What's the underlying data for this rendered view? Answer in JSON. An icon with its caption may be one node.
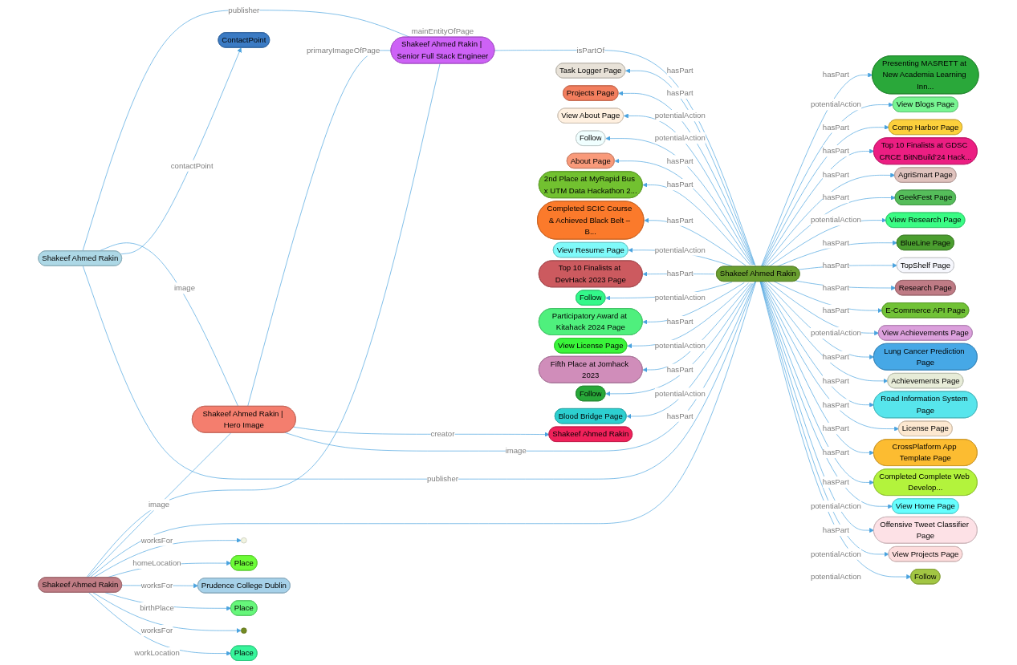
{
  "diagram": {
    "nodes": [
      {
        "text": [
          "Shakeef Ahmed Rakin | Senior Full Stack Engineer"
        ],
        "beside": [
          "mainEntityOfPage"
        ]
      },
      {
        "text": [
          "Shakeef Ahmed Rakin"
        ]
      },
      {
        "text": [
          "Shakeef Ahmed Rakin | Hero Image"
        ]
      },
      {
        "text": [
          "Shakeef Ahmed Rakin"
        ]
      },
      {
        "text": [
          "ContactPoint"
        ]
      },
      {
        "text": [
          "Shakeef Ahmed Rakin"
        ]
      },
      {
        "text": [
          "Shakeef Ahmed Rakin"
        ]
      },
      {
        "text": [
          "Task Logger Page"
        ]
      },
      {
        "text": [
          "Presenting MASRETT at New Academia Learning Inn..."
        ]
      },
      {
        "text": [
          "Projects Page"
        ]
      },
      {
        "text": [
          "View Blogs Page"
        ]
      },
      {
        "text": [
          "Comp Harbor Page"
        ]
      },
      {
        "text": [
          "View About Page"
        ]
      },
      {
        "text": [
          "Top 10 Finalists at GDSC CRCE BitNBuild’24 Hack..."
        ]
      },
      {
        "text": [
          "Follow"
        ]
      },
      {
        "text": [
          "AgriSmart Page"
        ]
      },
      {
        "text": [
          "GeekFest Page"
        ]
      },
      {
        "text": [
          "About Page"
        ]
      },
      {
        "text": [
          "View Research Page"
        ]
      },
      {
        "text": [
          "2nd Place at MyRapid Bus x UTM Data Hackathon 2..."
        ]
      },
      {
        "text": [
          "BlueLine Page"
        ]
      },
      {
        "text": [
          "TopShelf Page"
        ]
      },
      {
        "text": [
          "Completed SCIC Course & Achieved Black Belt – B..."
        ]
      },
      {
        "text": [
          "Research Page"
        ]
      },
      {
        "text": [
          "View Resume Page"
        ]
      },
      {
        "text": [
          "E-Commerce API Page"
        ]
      },
      {
        "text": [
          "View Achievements Page"
        ]
      },
      {
        "text": [
          "Top 10 Finalists at DevHack 2023 Page"
        ]
      },
      {
        "text": [
          "Lung Cancer Prediction Page"
        ]
      },
      {
        "text": [
          "Follow"
        ]
      },
      {
        "text": [
          "Achievements Page"
        ]
      },
      {
        "text": [
          "Road Information System Page"
        ]
      },
      {
        "text": [
          "Participatory Award at Kitahack 2024 Page"
        ]
      },
      {
        "text": [
          "License Page"
        ]
      },
      {
        "text": [
          "View License Page"
        ]
      },
      {
        "text": [
          "CrossPlatform App Template Page"
        ]
      },
      {
        "text": [
          "Completed Complete Web Develop..."
        ]
      },
      {
        "text": [
          "Fifth Place at Jomhack 2023"
        ]
      },
      {
        "text": [
          "View Home Page"
        ]
      },
      {
        "text": [
          "Follow"
        ]
      },
      {
        "text": [
          "Offensive Tweet Classifier Page"
        ]
      },
      {
        "text": [
          "View Projects Page"
        ]
      },
      {
        "text": [
          "Blood Bridge Page"
        ]
      },
      {
        "text": [
          "Follow"
        ]
      },
      {
        "text": [],
        "shape": "circle"
      },
      {
        "text": [
          "Place"
        ]
      },
      {
        "text": [
          "Prudence College Dublin"
        ]
      },
      {
        "text": [
          "Place"
        ]
      },
      {
        "text": [],
        "shape": "circle"
      },
      {
        "text": [
          "Place"
        ]
      }
    ],
    "edges": [
      {
        "from": 0,
        "to": 2,
        "arrow": "none",
        "label": "primaryImageOfPage"
      },
      {
        "from": 0,
        "to": 3,
        "arrow": "none",
        "label": "publisher"
      },
      {
        "from": 0,
        "to": 6,
        "arrow": "none"
      },
      {
        "from": 2,
        "to": 1,
        "arrow": "to",
        "label": "creator"
      },
      {
        "from": 3,
        "to": 2,
        "arrow": "none",
        "label": "image"
      },
      {
        "from": 3,
        "to": 4,
        "arrow": "to",
        "label": "contactPoint"
      },
      {
        "from": 6,
        "to": 2,
        "arrow": "none",
        "label": "image"
      },
      {
        "from": 2,
        "to": 5,
        "arrow": "none",
        "label": "image"
      },
      {
        "from": 3,
        "to": 5,
        "arrow": "none",
        "label": "publisher"
      },
      {
        "from": 0,
        "to": 5,
        "arrow": "none",
        "label": "isPartOf"
      },
      {
        "from": 6,
        "to": 5,
        "arrow": "none"
      },
      {
        "from": 5,
        "to": 7,
        "arrow": "to",
        "label": "hasPart"
      },
      {
        "from": 5,
        "to": 8,
        "arrow": "to",
        "label": "hasPart"
      },
      {
        "from": 5,
        "to": 9,
        "arrow": "to",
        "label": "hasPart"
      },
      {
        "from": 5,
        "to": 10,
        "arrow": "to",
        "label": "potentialAction"
      },
      {
        "from": 5,
        "to": 11,
        "arrow": "to",
        "label": "hasPart"
      },
      {
        "from": 5,
        "to": 12,
        "arrow": "to",
        "label": "potentialAction"
      },
      {
        "from": 5,
        "to": 13,
        "arrow": "to",
        "label": "hasPart"
      },
      {
        "from": 5,
        "to": 14,
        "arrow": "to",
        "label": "potentialAction"
      },
      {
        "from": 5,
        "to": 15,
        "arrow": "to",
        "label": "hasPart"
      },
      {
        "from": 5,
        "to": 16,
        "arrow": "to",
        "label": "hasPart"
      },
      {
        "from": 5,
        "to": 17,
        "arrow": "to",
        "label": "hasPart"
      },
      {
        "from": 5,
        "to": 18,
        "arrow": "to",
        "label": "potentialAction"
      },
      {
        "from": 5,
        "to": 19,
        "arrow": "to",
        "label": "hasPart"
      },
      {
        "from": 5,
        "to": 20,
        "arrow": "to",
        "label": "hasPart"
      },
      {
        "from": 5,
        "to": 21,
        "arrow": "to",
        "label": "hasPart"
      },
      {
        "from": 5,
        "to": 22,
        "arrow": "to",
        "label": "hasPart"
      },
      {
        "from": 5,
        "to": 23,
        "arrow": "to",
        "label": "hasPart"
      },
      {
        "from": 5,
        "to": 24,
        "arrow": "to",
        "label": "potentialAction"
      },
      {
        "from": 5,
        "to": 25,
        "arrow": "to",
        "label": "hasPart"
      },
      {
        "from": 5,
        "to": 26,
        "arrow": "to",
        "label": "potentialAction"
      },
      {
        "from": 5,
        "to": 27,
        "arrow": "to",
        "label": "hasPart"
      },
      {
        "from": 5,
        "to": 28,
        "arrow": "to",
        "label": "hasPart"
      },
      {
        "from": 5,
        "to": 29,
        "arrow": "to",
        "label": "potentialAction"
      },
      {
        "from": 5,
        "to": 30,
        "arrow": "to",
        "label": "hasPart"
      },
      {
        "from": 5,
        "to": 31,
        "arrow": "to",
        "label": "hasPart"
      },
      {
        "from": 5,
        "to": 32,
        "arrow": "to",
        "label": "hasPart"
      },
      {
        "from": 5,
        "to": 33,
        "arrow": "to",
        "label": "hasPart"
      },
      {
        "from": 5,
        "to": 34,
        "arrow": "to",
        "label": "potentialAction"
      },
      {
        "from": 5,
        "to": 35,
        "arrow": "to",
        "label": "hasPart"
      },
      {
        "from": 5,
        "to": 36,
        "arrow": "to",
        "label": "hasPart"
      },
      {
        "from": 5,
        "to": 37,
        "arrow": "to",
        "label": "hasPart"
      },
      {
        "from": 5,
        "to": 38,
        "arrow": "to",
        "label": "potentialAction"
      },
      {
        "from": 5,
        "to": 39,
        "arrow": "to",
        "label": "potentialAction"
      },
      {
        "from": 5,
        "to": 40,
        "arrow": "to",
        "label": "hasPart"
      },
      {
        "from": 5,
        "to": 41,
        "arrow": "to",
        "label": "potentialAction"
      },
      {
        "from": 5,
        "to": 42,
        "arrow": "to",
        "label": "hasPart"
      },
      {
        "from": 5,
        "to": 43,
        "arrow": "to",
        "label": "potentialAction"
      },
      {
        "from": 6,
        "to": 44,
        "arrow": "to",
        "label": "worksFor"
      },
      {
        "from": 6,
        "to": 45,
        "arrow": "to",
        "label": "homeLocation"
      },
      {
        "from": 6,
        "to": 46,
        "arrow": "to",
        "label": "worksFor"
      },
      {
        "from": 6,
        "to": 47,
        "arrow": "to",
        "label": "birthPlace"
      },
      {
        "from": 6,
        "to": 48,
        "arrow": "to",
        "label": "worksFor"
      },
      {
        "from": 6,
        "to": 49,
        "arrow": "to",
        "label": "workLocation"
      }
    ]
  }
}
